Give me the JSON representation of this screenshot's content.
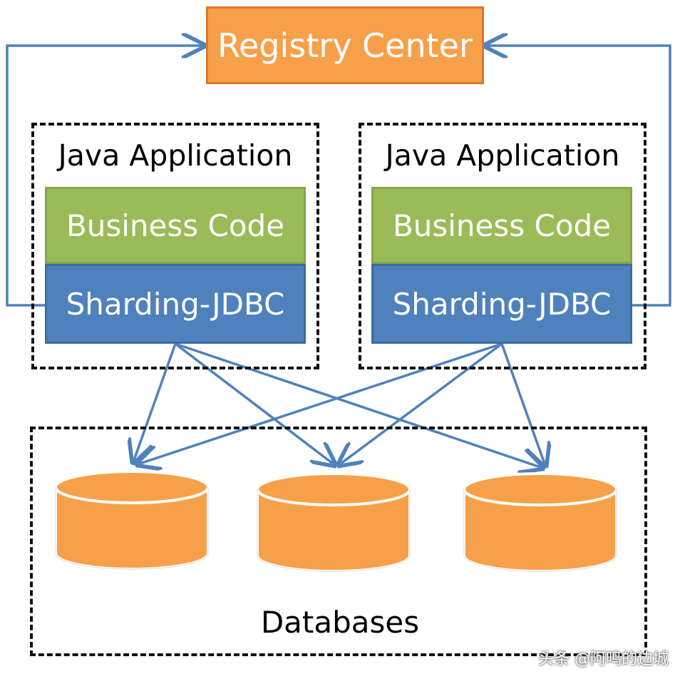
{
  "registry": {
    "label": "Registry Center"
  },
  "apps": [
    {
      "title": "Java Application",
      "business": "Business Code",
      "sharding": "Sharding-JDBC"
    },
    {
      "title": "Java Application",
      "business": "Business Code",
      "sharding": "Sharding-JDBC"
    }
  ],
  "databases": {
    "label": "Databases",
    "count": 3
  },
  "watermark": "头条 @阿鸣的边城",
  "colors": {
    "registry": "#f7a04a",
    "business": "#9bbb59",
    "sharding": "#4f81bd",
    "database": "#f7a04a",
    "arrow": "#4f81bd"
  }
}
